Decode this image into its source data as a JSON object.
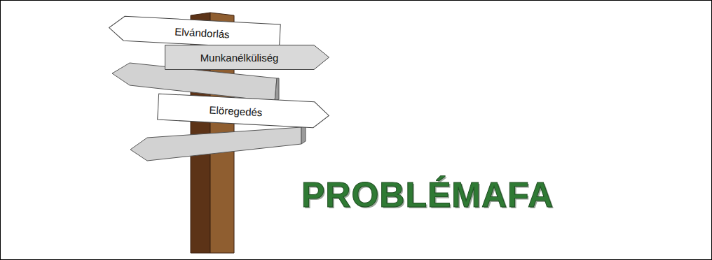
{
  "diagram": {
    "title": "PROBLÉMAFA",
    "nodes": [
      {
        "text": [
          "Elvándorlás"
        ]
      },
      {
        "text": [
          "Munkanélküliség"
        ]
      },
      {
        "text": [
          "Elöregedés"
        ]
      }
    ]
  }
}
